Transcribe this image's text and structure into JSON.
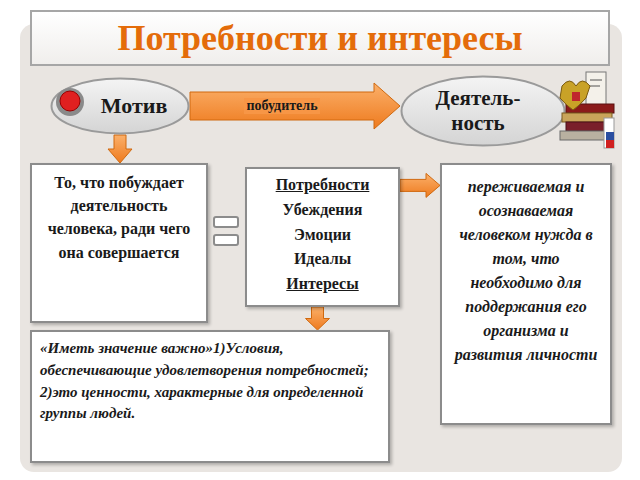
{
  "diagram": {
    "title": "Потребности и интересы",
    "nodes": [
      {
        "text": [
          "Мотив"
        ]
      },
      {
        "text": [
          "Деятель- ность"
        ]
      },
      {
        "text": [
          "То, что побуждает деятельность человека, ради чего она совершается"
        ]
      },
      {
        "text": [
          "Потребности",
          "Убеждения",
          "Эмоции",
          "Идеалы",
          "Интересы"
        ]
      },
      {
        "text": [
          "переживаемая и осознаваемая человеком нужда в том, что необходимо для поддержания его организма и развития личности"
        ]
      },
      {
        "text": [
          "«Иметь значение важно»1)Условия, обеспечивающие удовлетворения потребностей; 2)это ценности, характерные для определенной группы людей."
        ]
      }
    ],
    "edges": [
      {
        "from": 0,
        "to": 1,
        "label": "побудитель",
        "arrow": "to"
      },
      {
        "from": 0,
        "to": 2,
        "arrow": "to"
      },
      {
        "from": 3,
        "to": 4,
        "arrow": "to"
      },
      {
        "from": 3,
        "to": 5,
        "arrow": "to"
      }
    ]
  }
}
